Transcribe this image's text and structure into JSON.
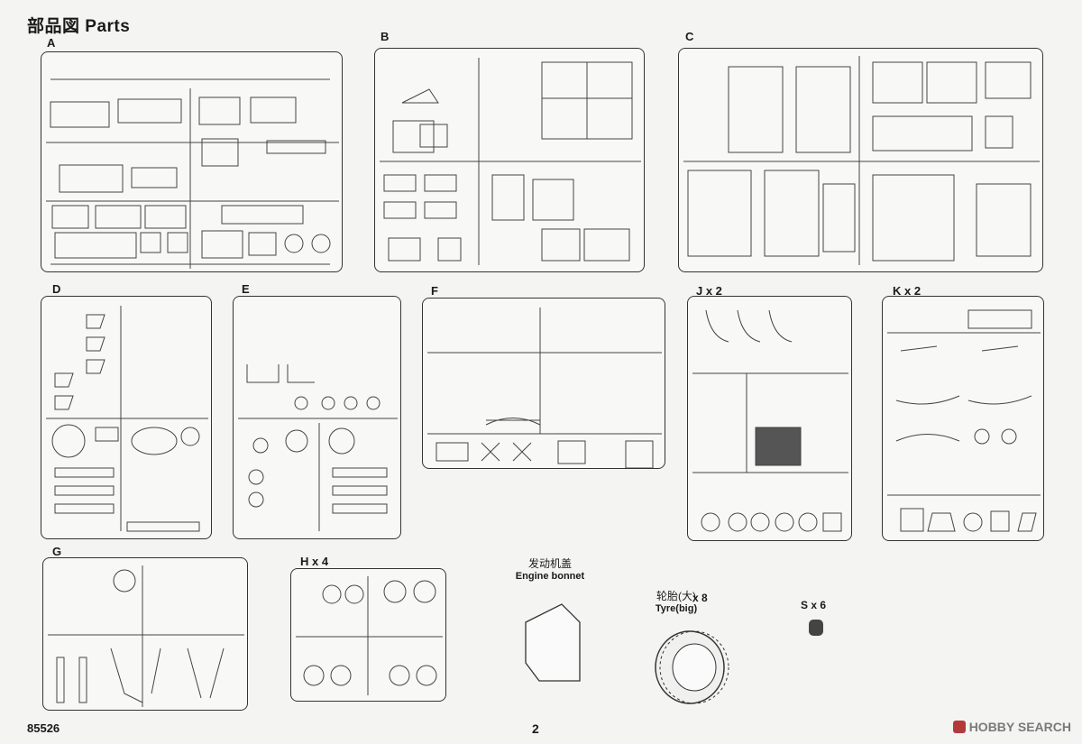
{
  "page": {
    "title": "部品図 Parts",
    "footer_code": "85526",
    "page_number": "2",
    "watermark": "HOBBY SEARCH"
  },
  "sprues": [
    {
      "letter": "A"
    },
    {
      "letter": "B"
    },
    {
      "letter": "C"
    },
    {
      "letter": "D"
    },
    {
      "letter": "E"
    },
    {
      "letter": "F"
    },
    {
      "letter": "J x 2"
    },
    {
      "letter": "K x 2"
    },
    {
      "letter": "G"
    },
    {
      "letter": "H x 4"
    }
  ],
  "loose_parts": {
    "bonnet_cn": "发动机盖",
    "bonnet_en": "Engine bonnet",
    "tyre_cn": "轮胎(大)",
    "tyre_en": "Tyre(big)",
    "tyre_qty": "x 8",
    "s_label": "S x 6"
  }
}
